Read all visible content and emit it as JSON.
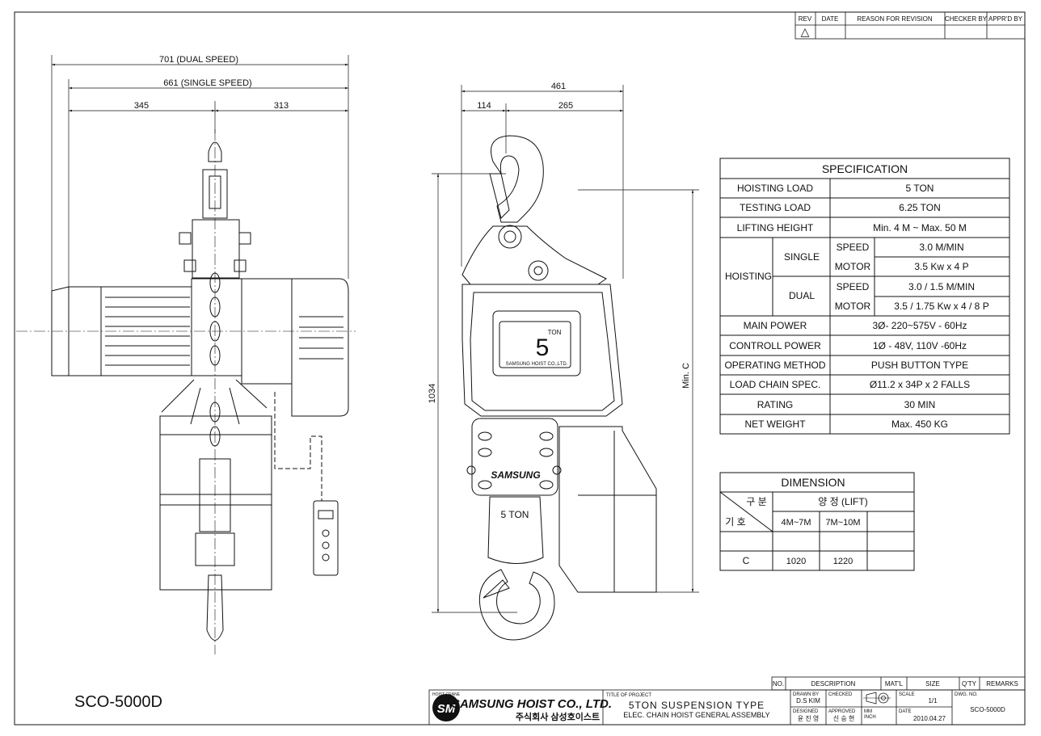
{
  "revision": {
    "headers": [
      "REV",
      "DATE",
      "REASON FOR REVISION",
      "CHECKER BY",
      "APPR'D BY"
    ],
    "mark": "△"
  },
  "dimensions": {
    "dual_speed": "701 (DUAL SPEED)",
    "single_speed": "661 (SINGLE SPEED)",
    "left_a": "345",
    "left_b": "313",
    "side_total": "461",
    "side_a": "114",
    "side_b": "265",
    "height": "1034",
    "min_c": "Min. C"
  },
  "hoist_labels": {
    "ton_label": "TON",
    "ton_value": "5",
    "maker": "SAMSUNG HOIST CO.,LTD.",
    "brand": "SAMSUNG",
    "hook_label": "5 TON"
  },
  "specification": {
    "title": "SPECIFICATION",
    "hoisting_load_label": "HOISTING LOAD",
    "hoisting_load": "5 TON",
    "testing_load_label": "TESTING LOAD",
    "testing_load": "6.25  TON",
    "lifting_height_label": "LIFTING HEIGHT",
    "lifting_height": "Min.  4 M ~ Max. 50 M",
    "hoisting_label": "HOISTING",
    "single_label": "SINGLE",
    "dual_label": "DUAL",
    "speed_label": "SPEED",
    "motor_label": "MOTOR",
    "single_speed": "3.0 M/MIN",
    "single_motor": "3.5 Kw x 4 P",
    "dual_speed": "3.0 / 1.5 M/MIN",
    "dual_motor": "3.5 / 1.75 Kw x 4 / 8 P",
    "main_power_label": "MAIN POWER",
    "main_power": "3Ø-  220~575V  - 60Hz",
    "control_power_label": "CONTROLL POWER",
    "control_power": "1Ø - 48V, 110V -60Hz",
    "operating_method_label": "OPERATING METHOD",
    "operating_method": "PUSH BUTTON TYPE",
    "load_chain_label": "LOAD CHAIN SPEC.",
    "load_chain": "Ø11.2 x 34P x 2 FALLS",
    "rating_label": "RATING",
    "rating": "30 MIN",
    "net_weight_label": "NET WEIGHT",
    "net_weight": "Max.  450 KG"
  },
  "dimension_table": {
    "title": "DIMENSION",
    "corner_top": "구 분",
    "corner_bottom": "기 호",
    "lift_header": "양 정 (LIFT)",
    "col1": "4M~7M",
    "col2": "7M~10M",
    "row_label": "C",
    "row_val1": "1020",
    "row_val2": "1220"
  },
  "model_code": "SCO-5000D",
  "title_block": {
    "headers": {
      "no": "NO.",
      "description": "DESCRIPTION",
      "matl": "MAT'L",
      "size": "SIZE",
      "qty": "Q'TY",
      "remarks": "REMARKS"
    },
    "company_en": "SAMSUNG HOIST CO., LTD.",
    "company_kr": "주식회사 삼성호이스트",
    "logo_text": "SM",
    "logo_ring": "HOIST CRANE",
    "title_of_project_label": "TITLE OF PROJECT",
    "project_line1": "5TON SUSPENSION TYPE",
    "project_line2": "ELEC. CHAIN HOIST GENERAL ASSEMBLY",
    "drawn_label": "DRAWN BY",
    "drawn": "D.S KIM",
    "checked_label": "CHECKED",
    "designed_label": "DESIGNED",
    "designed": "윤 진 영",
    "approved_label": "APPROVED",
    "approved": "신 승 현",
    "scale_label": "SCALE",
    "scale": "1/1",
    "mm_label": "MM",
    "inch_label": "INCH",
    "date_label": "DATE",
    "date": "2010.04.27",
    "dwg_label": "DWG. NO.",
    "dwg_no": "SCO-5000D"
  }
}
